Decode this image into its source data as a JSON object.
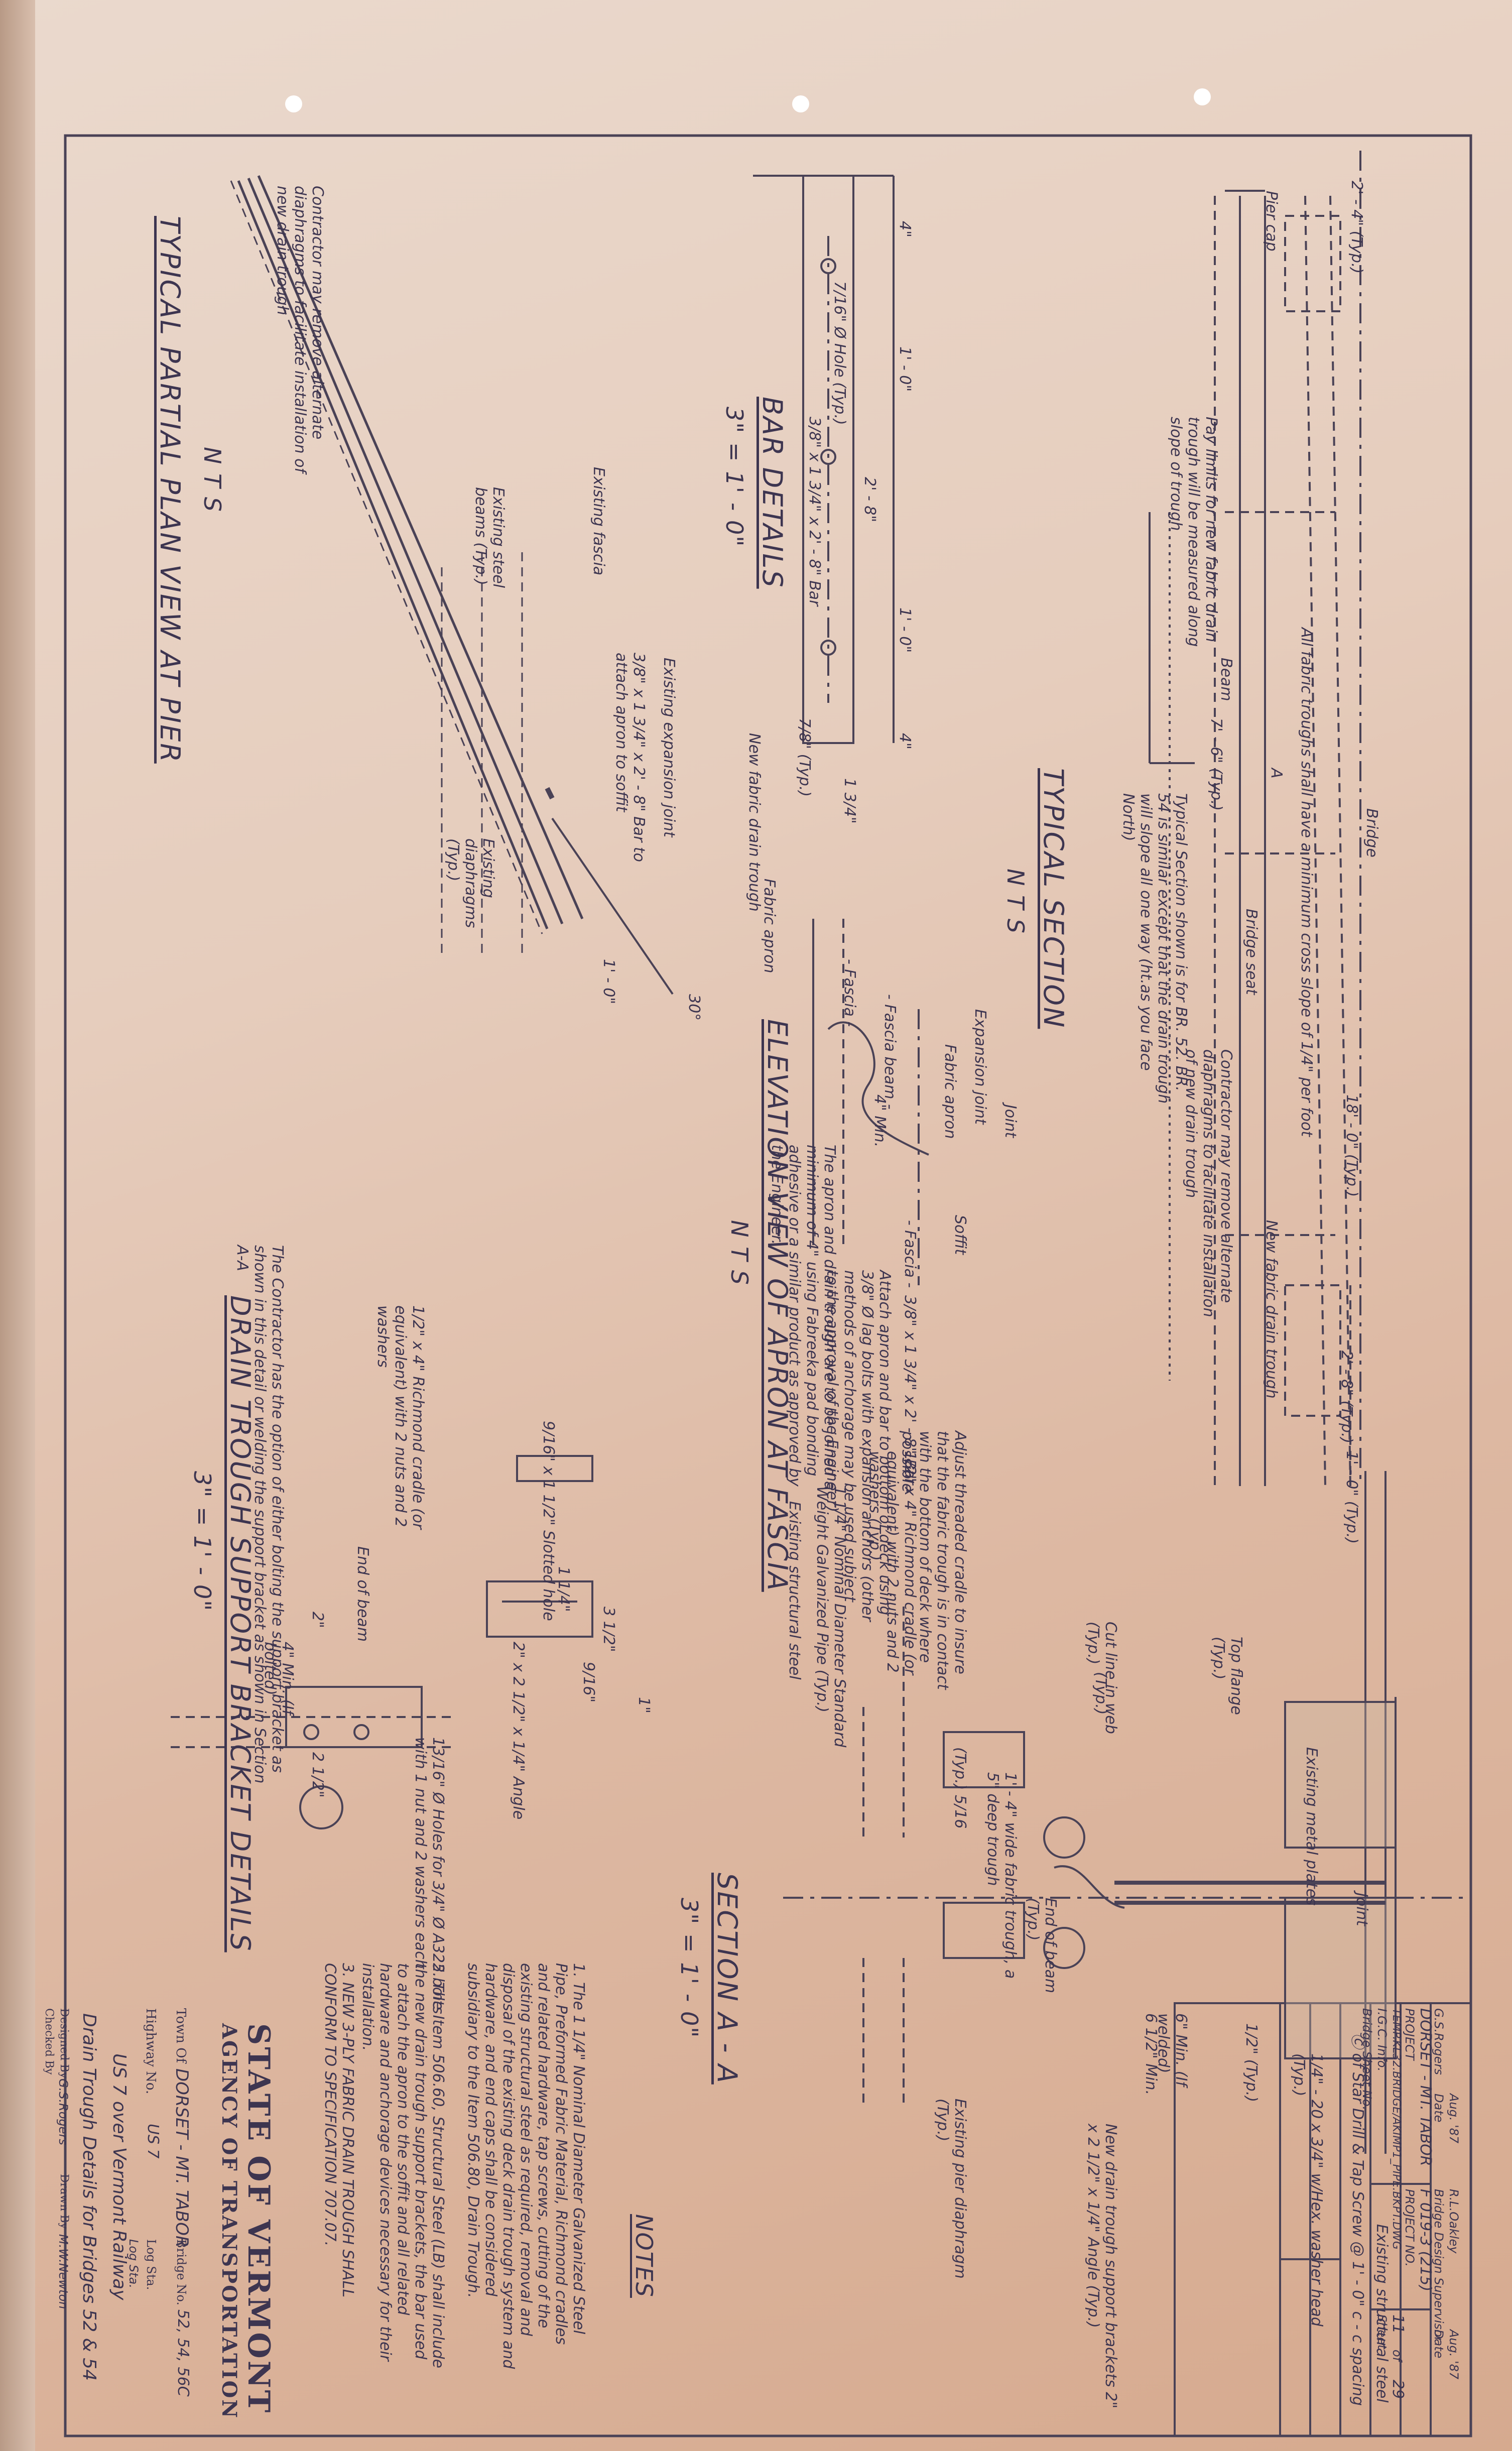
{
  "titles": {
    "typical_section": "TYPICAL SECTION",
    "typical_section_scale": "N T S",
    "bar_details": "BAR DETAILS",
    "bar_details_scale": "3\" = 1' - 0\"",
    "partial_plan": "TYPICAL PARTIAL PLAN VIEW AT PIER",
    "partial_plan_scale": "N T S",
    "elevation_apron": "ELEVATION VIEW OF APRON AT FASCIA",
    "elevation_scale": "N T S",
    "section_aa": "SECTION  A - A",
    "section_aa_scale": "3\" = 1' - 0\"",
    "support_bracket": "DRAIN TROUGH SUPPORT BRACKET DETAILS",
    "support_bracket_scale": "3\" = 1' - 0\"",
    "notes": "NOTES"
  },
  "typical_section_labels": {
    "fabric_trough_slope": "All fabric troughs shall have a minimum cross slope of 1/4\" per foot",
    "bridge_cl": "Bridge",
    "section_cut": "A",
    "pier_cap": "Pier cap",
    "typ_2_4": "2' - 4\" (Typ.)",
    "dim_7_6": "7' - 6\" (Typ.)",
    "dim_18_0": "18' - 0\" (Typ.)",
    "dim_2_8": "2' - 8\" (Typ.)",
    "dim_1_0": "1' - 0\" (Typ.)",
    "beam": "Beam",
    "bridge_seat": "Bridge seat",
    "new_fabric_trough": "New fabric drain trough",
    "pay_limits": "Pay limits for new fabric drain trough will be measured along slope of trough",
    "typical_section_note": "Typical Section shown is for BR. 52. BR. 54 is similar except that the drain trough will slope all one way (ht.as you face North)",
    "contractor_remove": "Contractor may remove alternate diaphragms to facilitate installation of new drain trough"
  },
  "bar_details_labels": {
    "hole": "7/16\" Ø Hole (Typ.)",
    "dim_4": "4\"",
    "dim_1_0": "1' - 0\"",
    "dim_2_8": "2' - 8\"",
    "bar": "3/8\" x 1 3/4\" x 2' - 8\" Bar",
    "dim_7_8": "7/8\" (Typ.)",
    "dim_1_3_4": "1 3/4\""
  },
  "plan_labels": {
    "contractor_note": "Contractor may remove alternate diaphragms to facilitate installation of new drain trough",
    "existing_fascia": "Existing fascia",
    "existing_steel_beams": "Existing steel beams (Typ.)",
    "bar_note": "3/8\" x 1 3/4\" x 2' - 8\" Bar to attach apron to soffit",
    "existing_expansion_joint": "Existing expansion joint",
    "new_fabric_trough": "New fabric drain trough",
    "fabric_apron": "Fabric apron",
    "existing_diaphragms": "Existing diaphragms (Typ.)",
    "dim_1_0": "1' - 0\"",
    "skew": "30°"
  },
  "elevation_labels": {
    "fascia_left": "- Fascia -",
    "fascia_beam": "- Fascia beam -",
    "expansion_joint": "Expansion joint",
    "fabric_apron": "Fabric apron",
    "joint_cl": "Joint",
    "min_4": "4\" Min.",
    "soffit": "Soffit",
    "fascia_right": "- Fascia -",
    "bar": "3/8\" x 1 3/4\" x 2' - 8\" Bar",
    "attach_note": "Attach apron and bar to bottom of deck using 3/8\" Ø lag bolts with expansion anchors (other methods of anchorage may be used subject to the approval of the Engineer)",
    "apron_joined": "The apron and drain trough are to be joined a minimum of 4\" using Fabreeka pad bonding adhesive or a similar product as approved by the Engineer."
  },
  "section_aa_labels": {
    "nominal_pipe": "1 1/4\" Nominal Diameter Standard Weight Galvanized Pipe (Typ.)",
    "richmond_cradle": "1/2\" x 4\" Richmond cradle (or equivalent) with 2 nuts and 2 washers (Typ.)",
    "adjust_cradle": "Adjust threaded cradle to insure that the fabric trough is in contact with the bottom of deck where possible",
    "existing_structural_steel_l": "Existing structural steel",
    "cut_line": "Cut line in web (Typ.)",
    "top_flange": "Top flange (Typ.)",
    "existing_metal_plates": "Existing metal plates",
    "wide_trough": "1' - 4\" wide fabric trough, a 5\" deep trough",
    "typ_5_16": "(Typ.) 5/16",
    "typ": "(Typ.)",
    "joint_cl": "Joint",
    "star_drill": "Ⓒ of Star Drill & Tap Screw @ 1' - 0\" c - c spacing",
    "screw": "1/4\" - 20 x 3/4\" w/Hex. washer head (Typ.)",
    "dim_1_2": "1/2\" (Typ.)",
    "dim_6_min": "6\" Min. (If welded)",
    "dim_6_5_min": "6 1/2\" Min.",
    "existing_structural_steel_r": "Existing structural steel",
    "end_of_beam": "End of beam (Typ.)",
    "support_brackets": "New drain trough support brackets 2\" x 2 1/2\" x 1/4\" Angle (Typ.)",
    "existing_pier_diaphragm": "Existing pier diaphragm (Typ.)"
  },
  "bracket_labels": {
    "slotted_hole": "9/16\" x 1 1/2\" Slotted hole",
    "angle": "2\" x 2 1/2\" x 1/4\" Angle",
    "dim_9_16": "9/16\"",
    "dim_3_1_2": "3 1/2\"",
    "dim_1_1_4": "1 1/4\"",
    "dim_1": "1\"",
    "richmond_cradle": "1/2\" x 4\" Richmond cradle (or equivalent) with 2 nuts and 2 washers",
    "end_of_beam": "End of beam",
    "dim_2": "2\"",
    "min_4": "4\" Min. (If bolted)",
    "holes": "13/16\" Ø Holes for 3/4\" Ø A325 bolts with 1 nut and 2 washers each",
    "dim_2_1_2": "2 1/2\"",
    "contractor_option": "The Contractor has the option of either bolting the support bracket as shown in this detail or welding the support bracket as shown in Section A-A"
  },
  "notes": [
    "1. The 1 1/4\" Nominal Diameter Galvanized Steel Pipe, Preformed Fabric Material, Richmond cradles and related hardware, tap screws, cutting of the existing structural steel as required, removal and disposal of the existing deck drain trough system and hardware, and end caps shall be considered subsidiary to the Item 506.80, Drain Trough.",
    "2. The Item 506.60, Structural Steel (LB) shall include the new drain trough support brackets, the bar used to attach the apron to the soffit and all related hardware and anchorage devices necessary for their installation.",
    "3. NEW 3-PLY FABRIC DRAIN TROUGH SHALL CONFORM TO SPECIFICATION 707.07."
  ],
  "title_block": {
    "agency_line1": "STATE OF VERMONT",
    "agency_line2": "AGENCY OF TRANSPORTATION",
    "town_label": "Town Of",
    "town": "DORSET - MT. TABOR",
    "bridge_no_label": "Bridge No.",
    "bridge_no": "52, 54, 56C",
    "highway_label": "Highway No.",
    "highway": "US 7",
    "log_sta_label": "Log Sta.",
    "log_sta": "Log Sta.",
    "over": "US 7 over Vermont Railway",
    "drawing_title": "Drain Trough Details for Bridges 52 & 54",
    "designed_by_label": "Designed By",
    "designed_by": "G.S.Rogers",
    "drawn_by_label": "Drawn By",
    "drawn_by": "M.W.Newton",
    "checked_by_label": "Checked By",
    "checked_by": "G.S.Rogers",
    "date_label": "Date",
    "date": "Aug. '87",
    "bridge_design_label": "Bridge Design Supervisor",
    "bridge_design": "R.L.Oakley",
    "date2_label": "Date",
    "date2": "Aug. '87",
    "project_label": "PROJECT",
    "project": "DORSET - MT. TABOR",
    "project_no_label": "PROJECT NO.",
    "project_no": "F 019-3 (215)",
    "file_label": "I.G.C. Info.",
    "file": "TEMP.KL32.BRIDGE/AKIMP1_PIPE.BKPT.DWG",
    "sheet_label": "Sheet",
    "sheet": "11",
    "of": "of",
    "of_sheets": "29",
    "bridge_sheet_label": "Bridge Sheet No."
  }
}
